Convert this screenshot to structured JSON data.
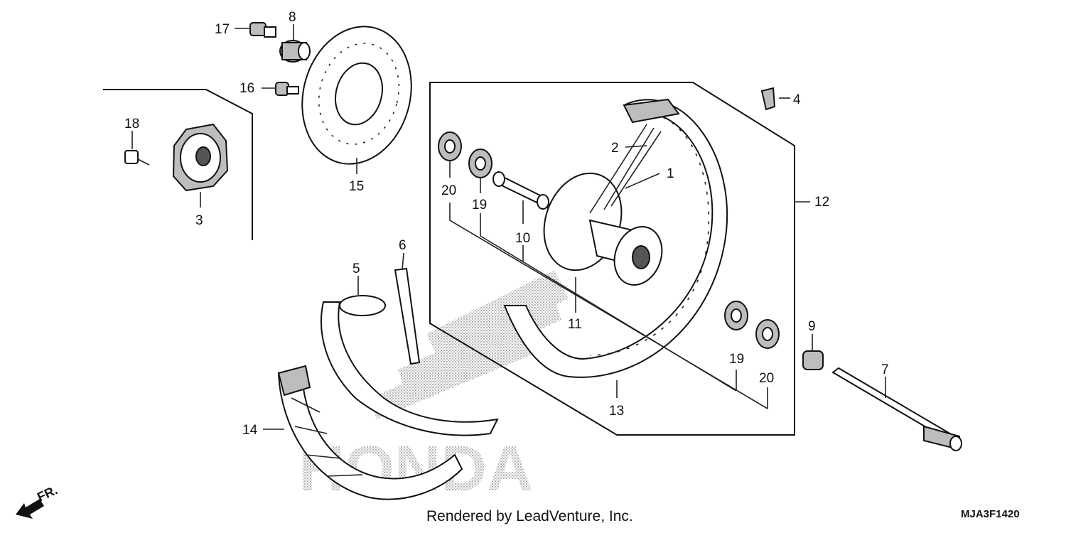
{
  "diagram": {
    "callouts": [
      "1",
      "2",
      "3",
      "4",
      "5",
      "6",
      "7",
      "8",
      "9",
      "10",
      "11",
      "12",
      "13",
      "14",
      "15",
      "16",
      "17",
      "18",
      "19",
      "19",
      "20",
      "20"
    ]
  },
  "watermark": "HONDA",
  "footer": {
    "credit": "Rendered by LeadVenture, Inc.",
    "code": "MJA3F1420"
  },
  "orientation": "FR."
}
